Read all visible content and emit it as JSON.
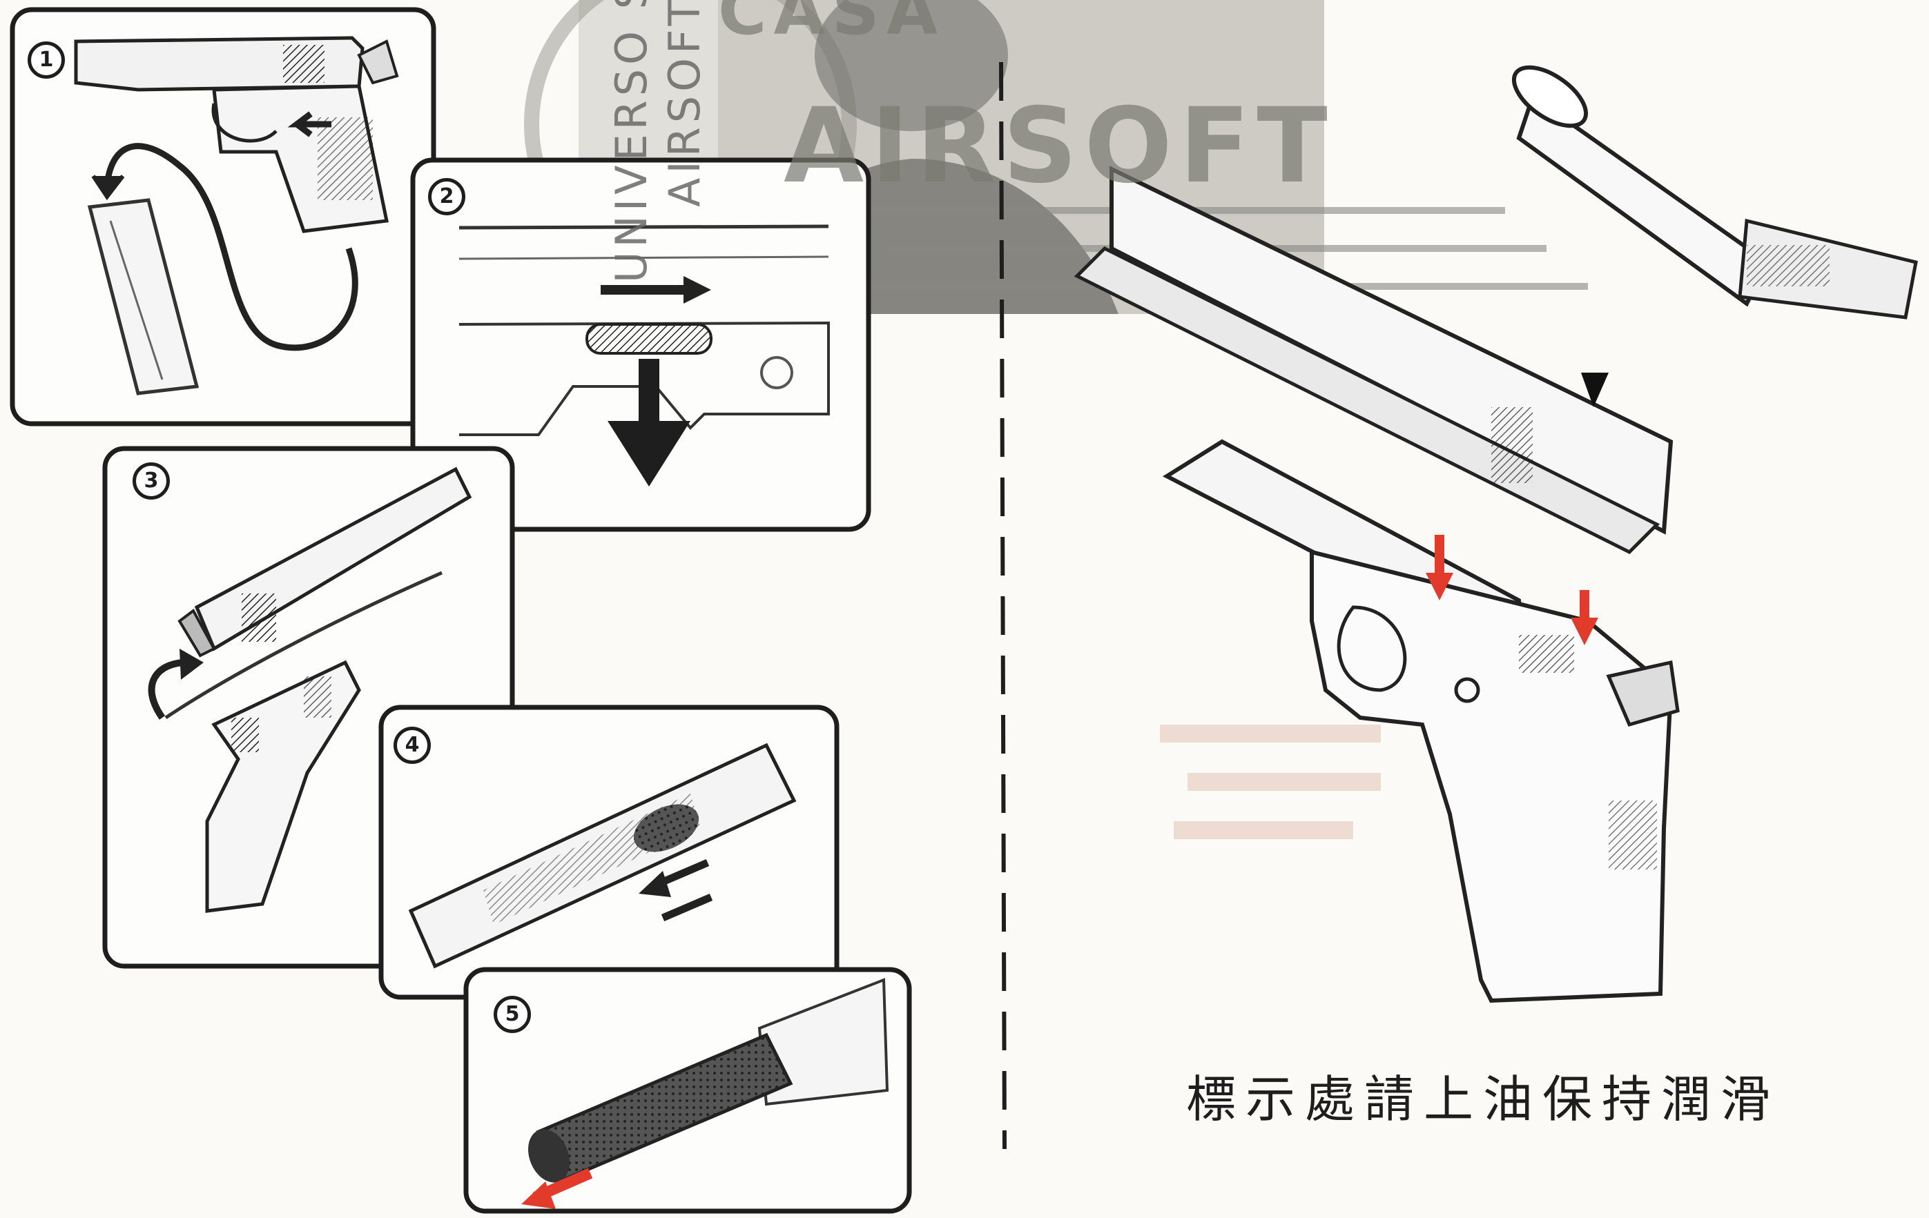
{
  "caption": "標示處請上油保持潤滑",
  "steps": [
    {
      "label": "1"
    },
    {
      "label": "2"
    },
    {
      "label": "3"
    },
    {
      "label": "4"
    },
    {
      "label": "5"
    }
  ],
  "watermark": {
    "line1": "UNIVERSO S",
    "line2": "AIRSOFT",
    "big": "AIRSOFT",
    "top": "CASA"
  },
  "colors": {
    "ink": "#1e1e1e",
    "accent_red": "#e23a2b",
    "paper": "#fbfaf6",
    "watermark_gray": "#c9c6bd"
  }
}
